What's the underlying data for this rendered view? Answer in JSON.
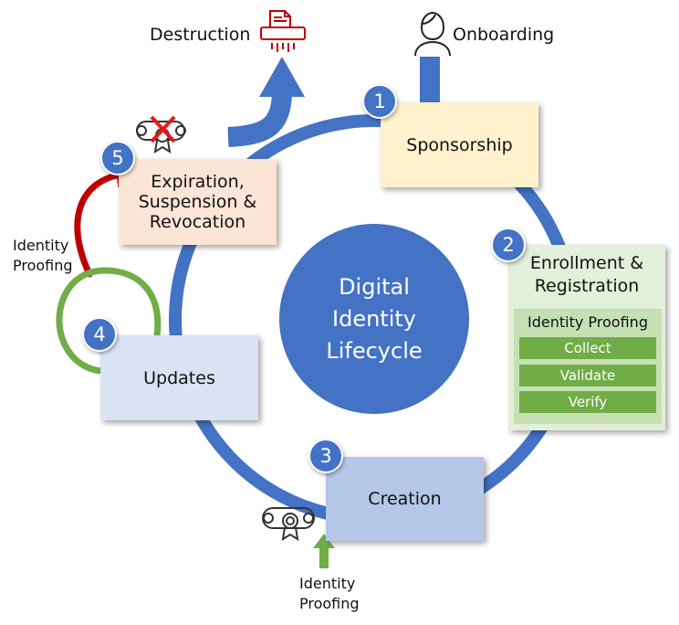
{
  "hub": {
    "line1": "Digital",
    "line2": "Identity",
    "line3": "Lifecycle"
  },
  "labels": {
    "destruction": "Destruction",
    "onboarding": "Onboarding",
    "identity_proofing_left_1": "Identity",
    "identity_proofing_left_2": "Proofing",
    "identity_proofing_bottom_1": "Identity",
    "identity_proofing_bottom_2": "Proofing"
  },
  "stages": [
    {
      "number": "1",
      "label": "Sponsorship",
      "color": "#fff2cc"
    },
    {
      "number": "2",
      "label_line1": "Enrollment &",
      "label_line2": "Registration",
      "color": "#e2efda",
      "identity_proofing": {
        "title": "Identity Proofing",
        "steps": [
          "Collect",
          "Validate",
          "Verify"
        ]
      }
    },
    {
      "number": "3",
      "label": "Creation",
      "color": "#b4c7e7"
    },
    {
      "number": "4",
      "label": "Updates",
      "color": "#dae3f3"
    },
    {
      "number": "5",
      "label_line1": "Expiration,",
      "label_line2": "Suspension &",
      "label_line3": "Revocation",
      "color": "#fbe5d6"
    }
  ],
  "colors": {
    "cycle": "#4472c4",
    "green_arrow": "#70ad47",
    "red_arrow": "#c00000",
    "icon_red": "#c00000"
  },
  "icons": [
    "shredder-icon",
    "person-icon",
    "certificate-icon",
    "revoked-certificate-icon"
  ]
}
